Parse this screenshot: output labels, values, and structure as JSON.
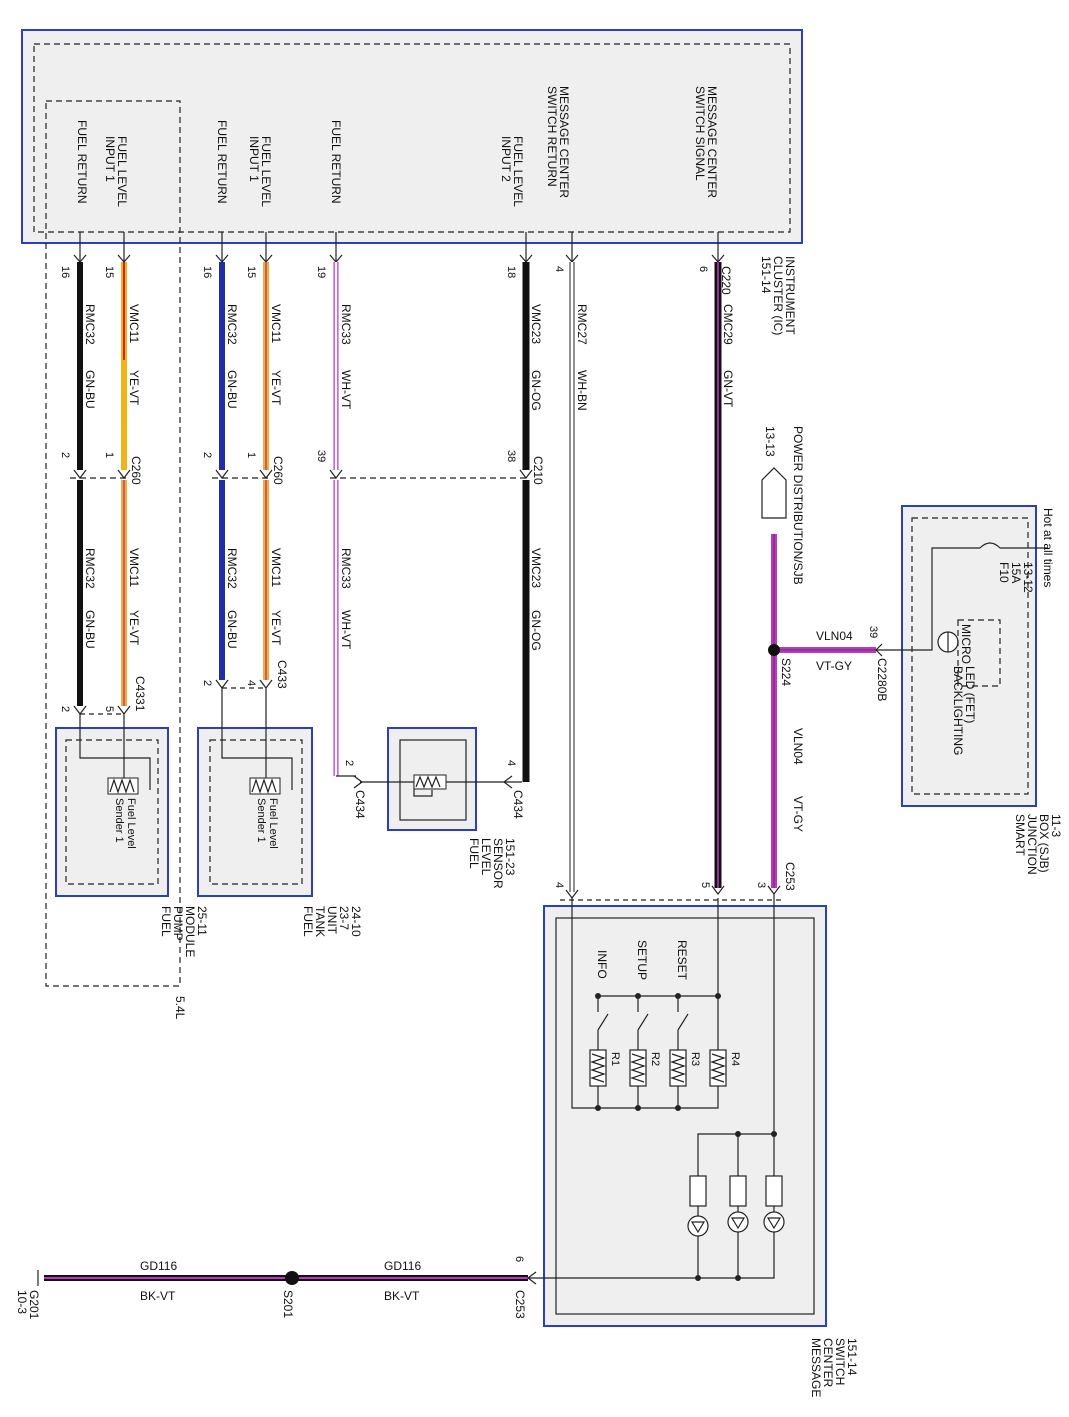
{
  "colors": {
    "block_border": "#2b3fbf",
    "block_fill": "#efefef",
    "wire_black": "#111111",
    "wire_yellow": "#f2b318",
    "wire_violet": "#c233c9",
    "wire_blue": "#1f2fa3",
    "wire_red": "#d32020",
    "wire_white": "#ffffff",
    "wire_green": "#1b7a2a"
  },
  "instrument_cluster": {
    "name_lines": [
      "INSTRUMENT",
      "CLUSTER (IC)",
      "151-14"
    ],
    "signals": {
      "fuel_return_a": "FUEL RETURN",
      "fuel_level_input1_a": [
        "FUEL LEVEL",
        "INPUT 1"
      ],
      "fuel_return_b": "FUEL RETURN",
      "fuel_level_input1_b": [
        "FUEL LEVEL",
        "INPUT 1"
      ],
      "fuel_return_c": "FUEL RETURN",
      "fuel_level_input2": [
        "FUEL LEVEL",
        "INPUT 2"
      ],
      "msg_switch_return": [
        "MESSAGE CENTER",
        "SWITCH RETURN"
      ],
      "msg_switch_signal": [
        "MESSAGE CENTER",
        "SWITCH SIGNAL"
      ]
    }
  },
  "connectors": {
    "c220": "C220",
    "c260a": "C260",
    "c260b": "C260",
    "c210": "C210",
    "c4331": "C4331",
    "c433": "C433",
    "c434a": "C434",
    "c434b": "C434",
    "c253a": "C253",
    "c253b": "C253",
    "c2280b": "C2280B",
    "s224": "S224",
    "s201": "S201",
    "g201": "G201",
    "g201_ref": "10-3"
  },
  "pins": {
    "p16a": "16",
    "p15a": "15",
    "p16b": "16",
    "p15b": "15",
    "p19": "19",
    "p18": "18",
    "p4": "4",
    "p6": "6",
    "p2a": "2",
    "p1a": "1",
    "p2b": "2",
    "p1b": "1",
    "p39": "39",
    "p38": "38",
    "p2c": "2",
    "p5": "5",
    "p2d": "2",
    "p4b": "4",
    "p2e": "2",
    "p4c": "4",
    "p4d": "4",
    "p5b": "5",
    "p3": "3",
    "p6b": "6",
    "p39b": "39"
  },
  "wires": {
    "w1_circuit": "RMC32",
    "w1_color": "GN-BU",
    "w2_circuit": "VMC11",
    "w2_color": "YE-VT",
    "w3_circuit": "RMC32",
    "w3_color": "GN-BU",
    "w4_circuit": "VMC11",
    "w4_color": "YE-VT",
    "w5_circuit": "RMC33",
    "w5_color": "WH-VT",
    "w6_circuit": "VMC23",
    "w6_color": "GN-OG",
    "w7_circuit": "RMC27",
    "w7_color": "WH-BN",
    "w8_circuit": "CMC29",
    "w8_color": "GN-VT",
    "w1b_circuit": "RMC32",
    "w1b_color": "GN-BU",
    "w2b_circuit": "VMC11",
    "w2b_color": "YE-VT",
    "w3b_circuit": "RMC32",
    "w3b_color": "GN-BU",
    "w4b_circuit": "VMC11",
    "w4b_color": "YE-VT",
    "w5b_circuit": "RMC33",
    "w5b_color": "WH-VT",
    "w6b_circuit": "VMC23",
    "w6b_color": "GN-OG",
    "vln_top_circuit": "VLN04",
    "vln_top_color": "VT-GY",
    "vln_side_circuit": "VLN04",
    "vln_side_color": "VT-GY",
    "gd_a_circuit": "GD116",
    "gd_a_color": "BK-VT",
    "gd_b_circuit": "GD116",
    "gd_b_color": "BK-VT"
  },
  "components": {
    "fuel_pump_module": [
      "FUEL",
      "PUMP",
      "MODULE",
      "25-11"
    ],
    "fuel_tank_unit": [
      "FUEL",
      "TANK",
      "UNIT",
      "23-7",
      "24-10"
    ],
    "fuel_level_sensor": [
      "FUEL",
      "LEVEL",
      "SENSOR",
      "151-23"
    ],
    "sender1_a": [
      "Fuel Level",
      "Sender 1"
    ],
    "sender1_b": [
      "Fuel Level",
      "Sender 1"
    ],
    "engine_note": "5.4L",
    "power_distribution": [
      "POWER DISTRIBUTION/SJB",
      "13-13"
    ],
    "sjb": [
      "SMART",
      "JUNCTION",
      "BOX (SJB)",
      "11-3"
    ],
    "hot_at_all_times": "Hot at all times",
    "fuse": [
      "F10",
      "15A",
      "13-12"
    ],
    "micro": "MICRO",
    "backlighting": [
      "BACKLIGHTING",
      "LED (FET)"
    ],
    "msg_center_switch": [
      "MESSAGE",
      "CENTER",
      "SWITCH",
      "151-14"
    ],
    "switch_labels": {
      "reset": "RESET",
      "setup": "SETUP",
      "info": "INFO"
    },
    "resistors": {
      "r1": "R1",
      "r2": "R2",
      "r3": "R3",
      "r4": "R4"
    }
  }
}
